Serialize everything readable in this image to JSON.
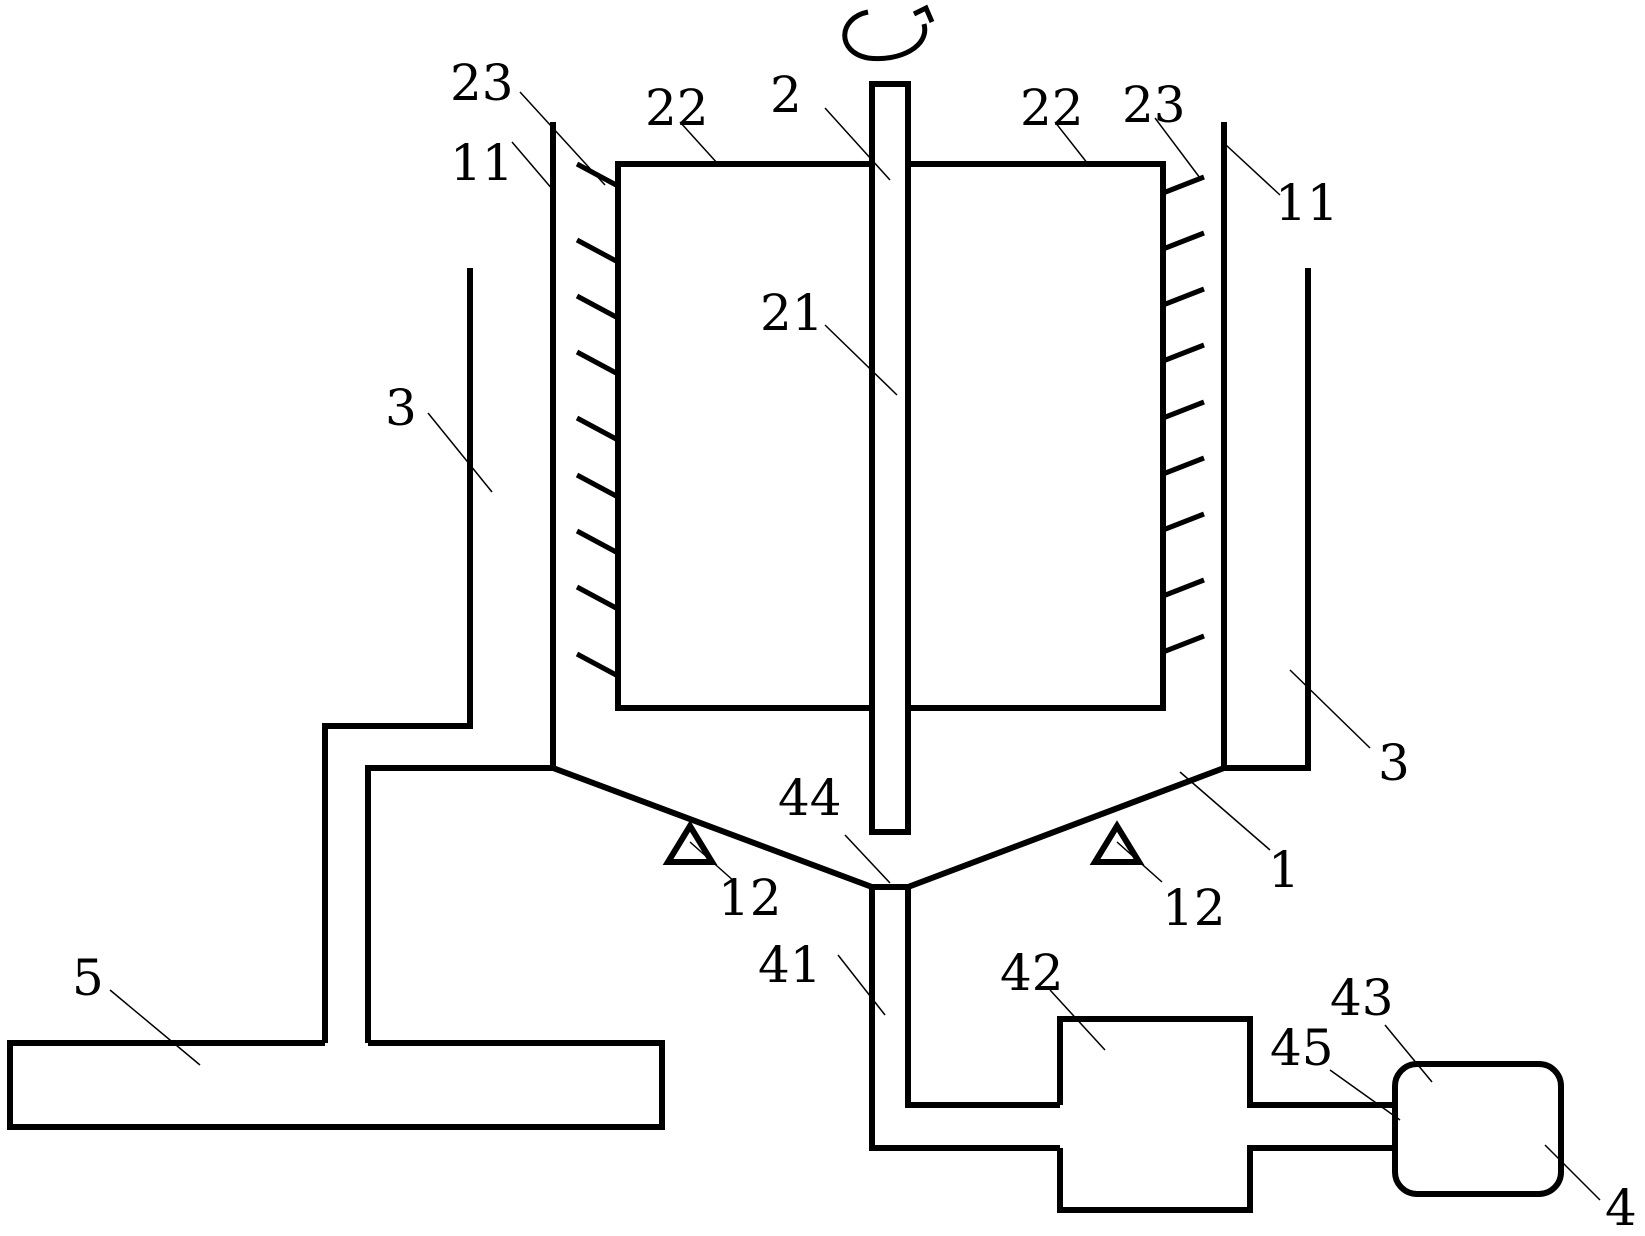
{
  "diagram": {
    "rotation_symbol": "↻",
    "labels": {
      "l23_left": "23",
      "l22_left": "22",
      "l2": "2",
      "l22_right": "22",
      "l23_right": "23",
      "l11_left": "11",
      "l11_right": "11",
      "l21": "21",
      "l3_left": "3",
      "l3_right": "3",
      "l44": "44",
      "l1": "1",
      "l12_left": "12",
      "l12_right": "12",
      "l5": "5",
      "l41": "41",
      "l42": "42",
      "l43": "43",
      "l45": "45",
      "l4": "4"
    }
  }
}
